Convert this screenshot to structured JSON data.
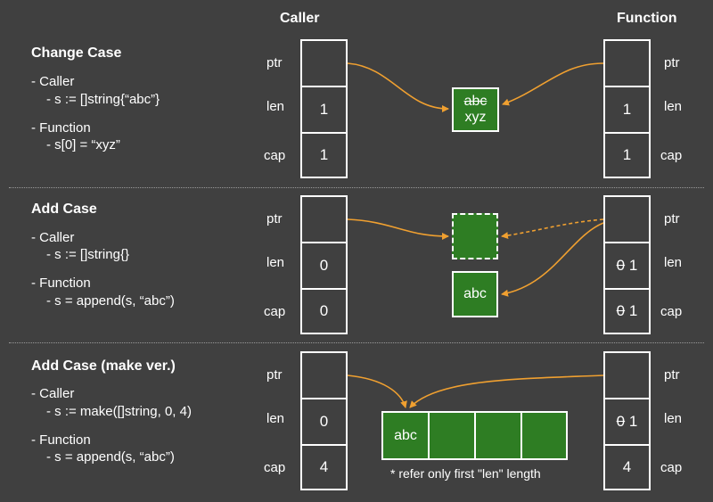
{
  "headers": {
    "caller": "Caller",
    "function": "Function"
  },
  "field_labels": {
    "ptr": "ptr",
    "len": "len",
    "cap": "cap"
  },
  "sections": [
    {
      "title": "Change Case",
      "caller_label": "- Caller",
      "caller_code": "- s := []string{“abc”}",
      "function_label": "- Function",
      "function_code": "- s[0] = “xyz”",
      "caller_len": "1",
      "caller_cap": "1",
      "func_len": "1",
      "func_cap": "1",
      "box_old": "abc",
      "box_new": "xyz"
    },
    {
      "title": "Add Case",
      "caller_label": "- Caller",
      "caller_code": "- s := []string{}",
      "function_label": "- Function",
      "function_code": "- s = append(s, “abc”)",
      "caller_len": "0",
      "caller_cap": "0",
      "func_len_old": "0",
      "func_len_new": "1",
      "func_cap_old": "0",
      "func_cap_new": "1",
      "box_value": "abc"
    },
    {
      "title": "Add Case (make ver.)",
      "caller_label": "- Caller",
      "caller_code": "- s := make([]string, 0, 4)",
      "function_label": "- Function",
      "function_code": "- s = append(s, “abc”)",
      "caller_len": "0",
      "caller_cap": "4",
      "func_len_old": "0",
      "func_len_new": "1",
      "func_cap": "4",
      "array_first": "abc",
      "note": "* refer only first \"len\" length"
    }
  ],
  "colors": {
    "background": "#404040",
    "green": "#2e7d23",
    "arrow": "#f0a030",
    "border": "#ffffff"
  }
}
